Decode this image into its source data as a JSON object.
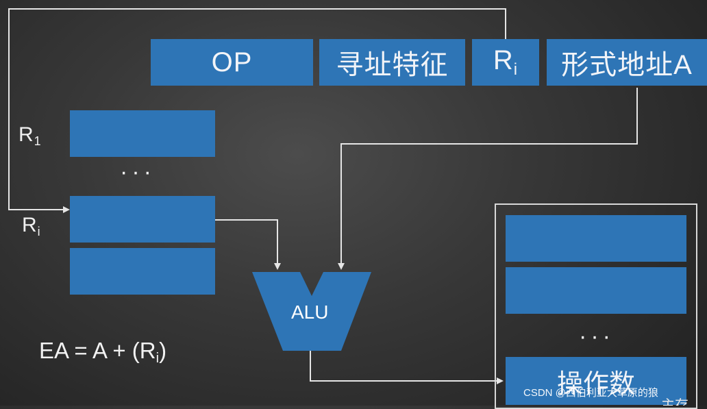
{
  "instruction": {
    "op": "OP",
    "addr_mode": "寻址特征",
    "reg_field": "R",
    "reg_field_sub": "i",
    "formal_address": "形式地址A"
  },
  "registers": {
    "r1_label": "R",
    "r1_sub": "1",
    "ellipsis": "···",
    "ri_label": "R",
    "ri_sub": "i"
  },
  "alu": {
    "label": "ALU"
  },
  "formula": {
    "left": "EA = A + (R",
    "sub": "i",
    "right": ")"
  },
  "memory": {
    "ellipsis": "···",
    "operand": "操作数",
    "cut_label": "主存"
  },
  "watermark": "CSDN @西伯利亚大草原的狼",
  "colors": {
    "block": "#2e75b6",
    "line": "#e6e6e6",
    "alu": "#2e75b6"
  }
}
